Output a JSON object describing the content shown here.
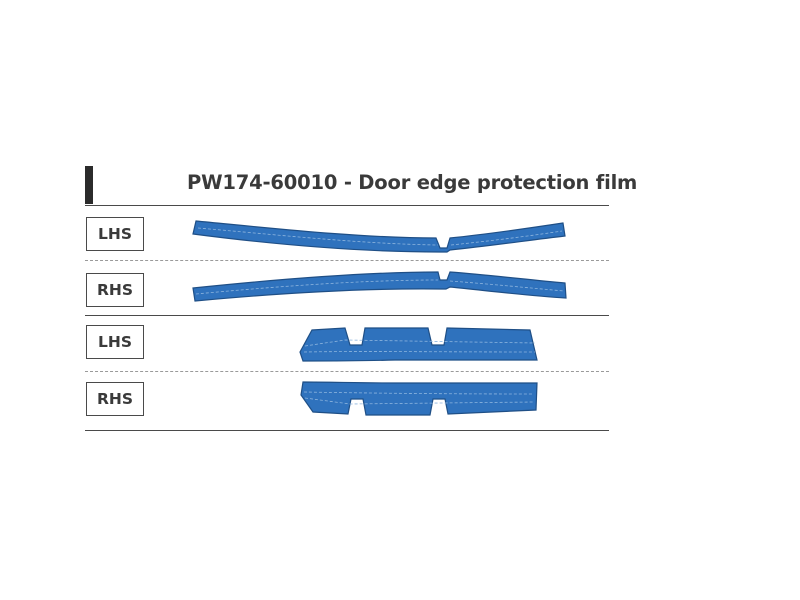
{
  "title": "PW174-60010 - Door edge protection film",
  "rows": [
    {
      "label": "LHS"
    },
    {
      "label": "RHS"
    },
    {
      "label": "LHS"
    },
    {
      "label": "RHS"
    }
  ],
  "colors": {
    "film_fill": "#2f72bd",
    "film_outline": "#1f4f86",
    "text": "#3a3a3a",
    "rule": "#4a4a4a"
  }
}
